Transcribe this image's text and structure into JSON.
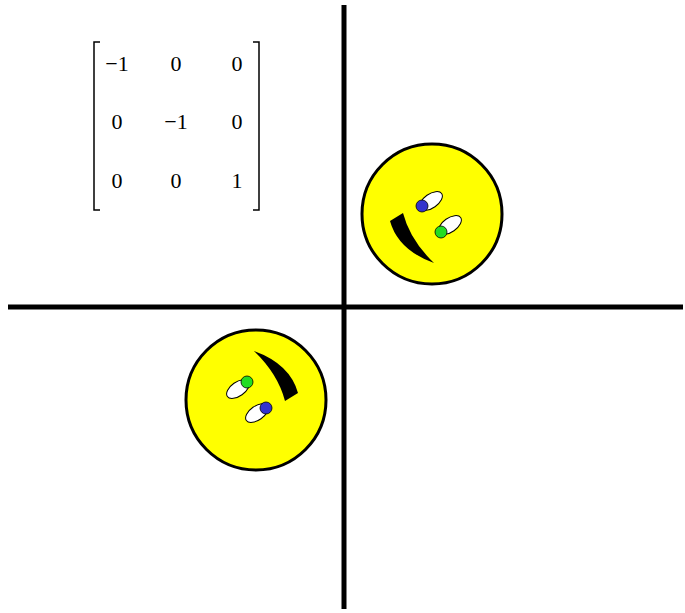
{
  "diagram": {
    "labels": [
      "−1",
      "0",
      "0",
      "0",
      "−1",
      "0",
      "0",
      "0",
      "1"
    ]
  }
}
